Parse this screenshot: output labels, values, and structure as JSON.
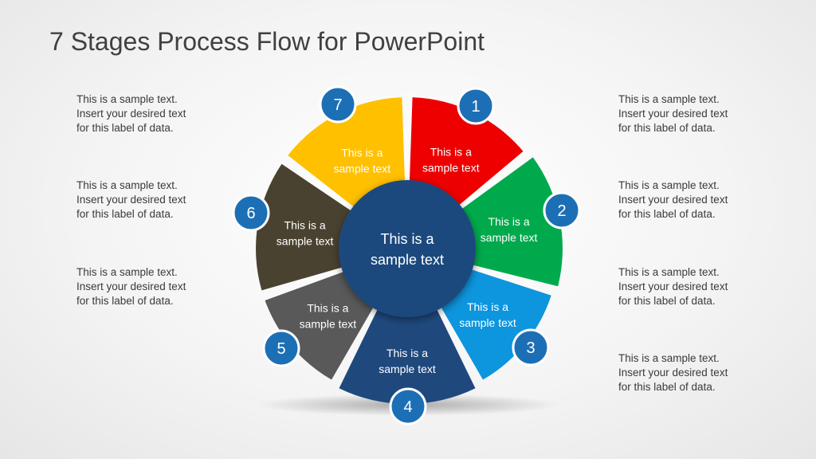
{
  "title": "7 Stages Process Flow for PowerPoint",
  "left_texts": [
    {
      "line1": "This is a sample text.",
      "line2": "Insert your desired text",
      "line3": "for this label of data."
    },
    {
      "line1": "This is a sample text.",
      "line2": "Insert your desired text",
      "line3": "for this label of data."
    },
    {
      "line1": "This is a sample text.",
      "line2": "Insert your desired text",
      "line3": "for this label of data."
    }
  ],
  "right_texts": [
    {
      "line1": "This is a sample text.",
      "line2": "Insert your desired text",
      "line3": "for this label of data."
    },
    {
      "line1": "This is a sample text.",
      "line2": "Insert your desired text",
      "line3": "for this label of data."
    },
    {
      "line1": "This is a sample text.",
      "line2": "Insert your desired text",
      "line3": "for this label of data."
    },
    {
      "line1": "This is a sample text.",
      "line2": "Insert your desired text",
      "line3": "for this label of data."
    }
  ],
  "center": {
    "line1": "This is a",
    "line2": "sample text",
    "color": "#1f497d"
  },
  "stages": [
    {
      "number": "1",
      "line1": "This is a",
      "line2": "sample text",
      "color": "#ee0000"
    },
    {
      "number": "2",
      "line1": "This is a",
      "line2": "sample text",
      "color": "#00aa4c"
    },
    {
      "number": "3",
      "line1": "This is a",
      "line2": "sample text",
      "color": "#0d95de"
    },
    {
      "number": "4",
      "line1": "This is a",
      "line2": "sample text",
      "color": "#1f497d"
    },
    {
      "number": "5",
      "line1": "This is a",
      "line2": "sample text",
      "color": "#595959"
    },
    {
      "number": "6",
      "line1": "This is a",
      "line2": "sample text",
      "color": "#4a4230"
    },
    {
      "number": "7",
      "line1": "This is a",
      "line2": "sample text",
      "color": "#ffc000"
    }
  ],
  "badge_color": "#1d6fb5"
}
